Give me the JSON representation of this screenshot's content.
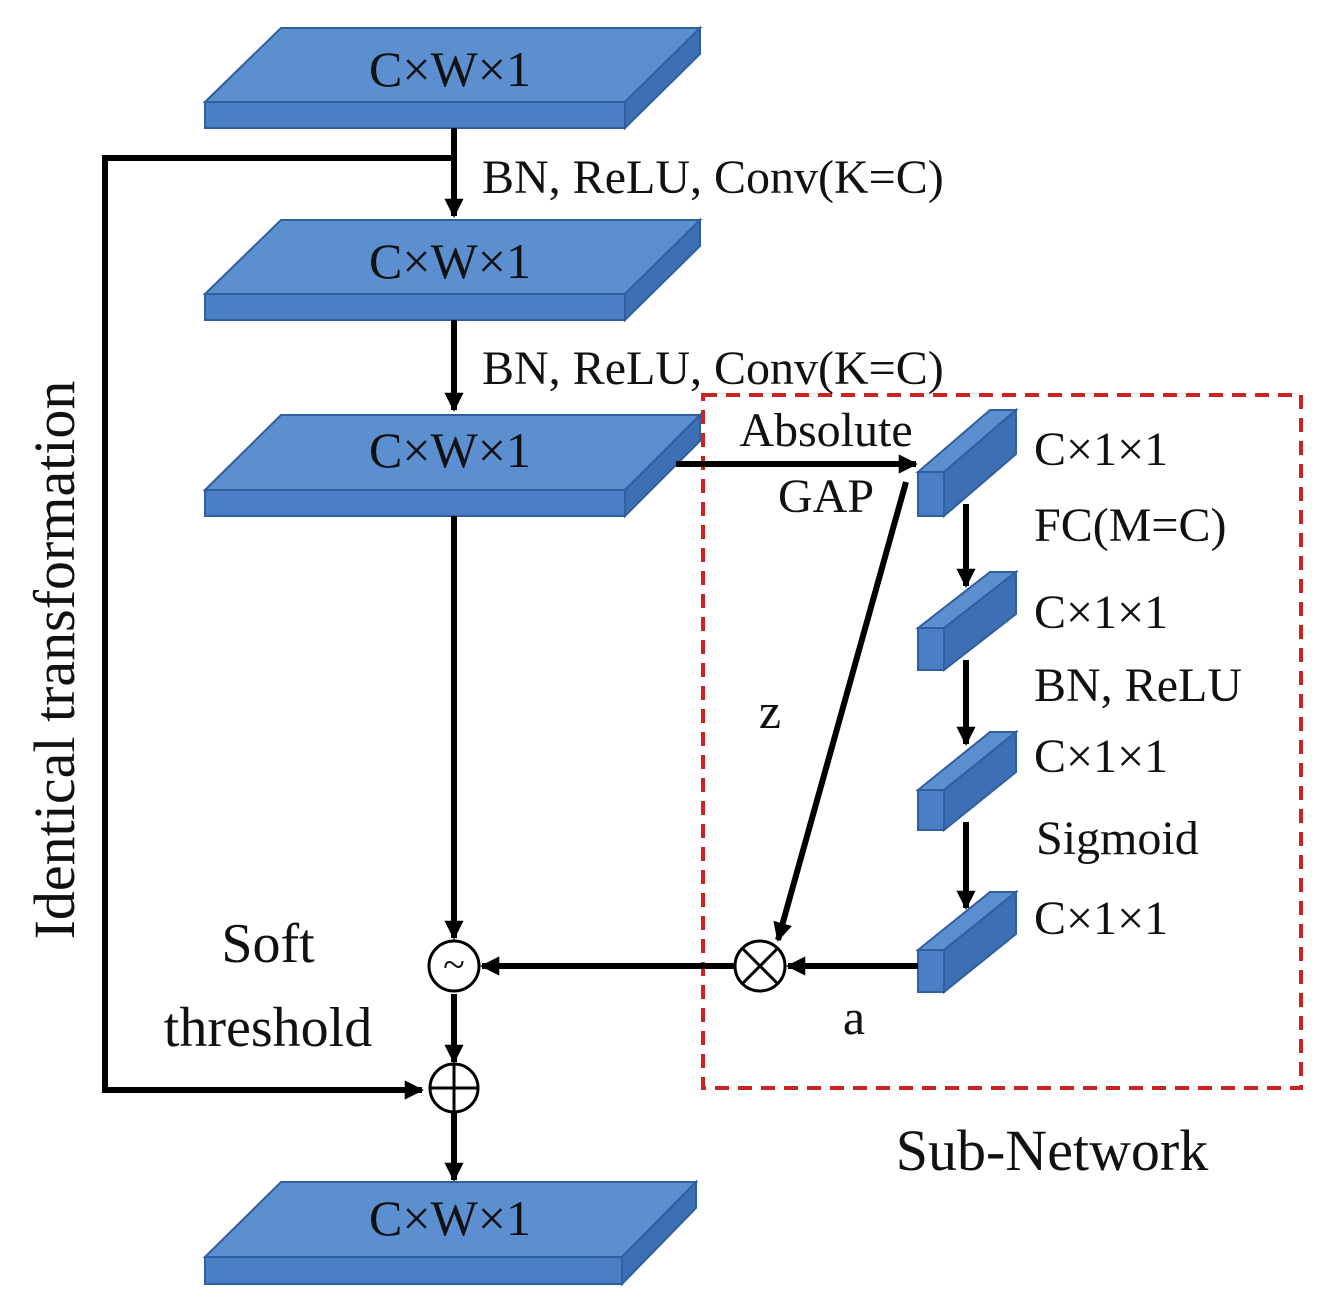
{
  "colors": {
    "block_fill": "#4a7fc6",
    "block_edge": "#2f5f9e",
    "arrow": "#000000",
    "subnetwork_border": "#cc2222"
  },
  "main_path": {
    "block_label": "C×W×1",
    "step1_label": "BN, ReLU, Conv(K=C)",
    "step2_label": "BN, ReLU, Conv(K=C)"
  },
  "skip": {
    "label": "Identical transformation"
  },
  "soft_threshold": {
    "line1": "Soft",
    "line2": "threshold",
    "symbol": "~"
  },
  "add_operator": {
    "symbol": "+"
  },
  "subnetwork": {
    "title": "Sub-Network",
    "entry_label_1": "Absolute",
    "entry_label_2": "GAP",
    "z_label": "z",
    "a_label": "a",
    "multiply_symbol": "×",
    "vector_label": "C×1×1",
    "fc_label": "FC(M=C)",
    "bn_relu_label": "BN, ReLU",
    "sigmoid_label": "Sigmoid"
  }
}
